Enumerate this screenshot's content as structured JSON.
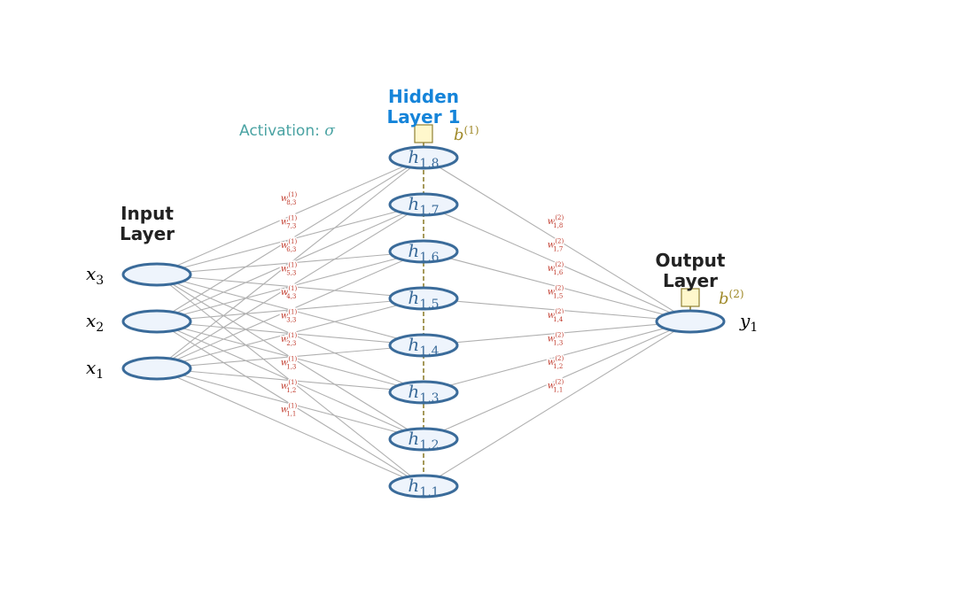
{
  "colors": {
    "node_stroke": "#3a6b9a",
    "node_fill": "#eef4fc",
    "edge": "#b0b0b0",
    "bias_line": "#8f8032",
    "bias_fill": "#fff7cc",
    "bias_text": "#a08a2a",
    "weight_text": "#c0392b",
    "hidden_title": "#1584d9",
    "activation_text": "#4aa3a3",
    "io_title": "#222222"
  },
  "titles": {
    "input": "Input\nLayer",
    "hidden": "Hidden\nLayer 1",
    "output": "Output\nLayer"
  },
  "activation": {
    "prefix": "Activation: ",
    "symbol": "σ"
  },
  "layers": {
    "input": [
      {
        "id": "x3",
        "base": "x",
        "sub": "3"
      },
      {
        "id": "x2",
        "base": "x",
        "sub": "2"
      },
      {
        "id": "x1",
        "base": "x",
        "sub": "1"
      }
    ],
    "hidden": [
      {
        "id": "h18",
        "base": "h",
        "sub": "1,8"
      },
      {
        "id": "h17",
        "base": "h",
        "sub": "1,7"
      },
      {
        "id": "h16",
        "base": "h",
        "sub": "1,6"
      },
      {
        "id": "h15",
        "base": "h",
        "sub": "1,5"
      },
      {
        "id": "h14",
        "base": "h",
        "sub": "1,4"
      },
      {
        "id": "h13",
        "base": "h",
        "sub": "1,3"
      },
      {
        "id": "h12",
        "base": "h",
        "sub": "1,2"
      },
      {
        "id": "h11",
        "base": "h",
        "sub": "1,1"
      }
    ],
    "output": [
      {
        "id": "y1",
        "base": "y",
        "sub": "1"
      }
    ]
  },
  "biases": {
    "hidden": {
      "base": "b",
      "sup": "(1)"
    },
    "output": {
      "base": "b",
      "sup": "(2)"
    }
  },
  "weight_labels": {
    "layer1": [
      {
        "sup": "(1)",
        "sub": "8,3"
      },
      {
        "sup": "(1)",
        "sub": "7,3"
      },
      {
        "sup": "(1)",
        "sub": "6,3"
      },
      {
        "sup": "(1)",
        "sub": "5,3"
      },
      {
        "sup": "(1)",
        "sub": "4,3"
      },
      {
        "sup": "(1)",
        "sub": "3,3"
      },
      {
        "sup": "(1)",
        "sub": "2,3"
      },
      {
        "sup": "(1)",
        "sub": "1,3"
      },
      {
        "sup": "(1)",
        "sub": "1,2"
      },
      {
        "sup": "(1)",
        "sub": "1,1"
      }
    ],
    "layer2": [
      {
        "sup": "(2)",
        "sub": "1,8"
      },
      {
        "sup": "(2)",
        "sub": "1,7"
      },
      {
        "sup": "(2)",
        "sub": "1,6"
      },
      {
        "sup": "(2)",
        "sub": "1,5"
      },
      {
        "sup": "(2)",
        "sub": "1,4"
      },
      {
        "sup": "(2)",
        "sub": "1,3"
      },
      {
        "sup": "(2)",
        "sub": "1,2"
      },
      {
        "sup": "(2)",
        "sub": "1,1"
      }
    ]
  }
}
